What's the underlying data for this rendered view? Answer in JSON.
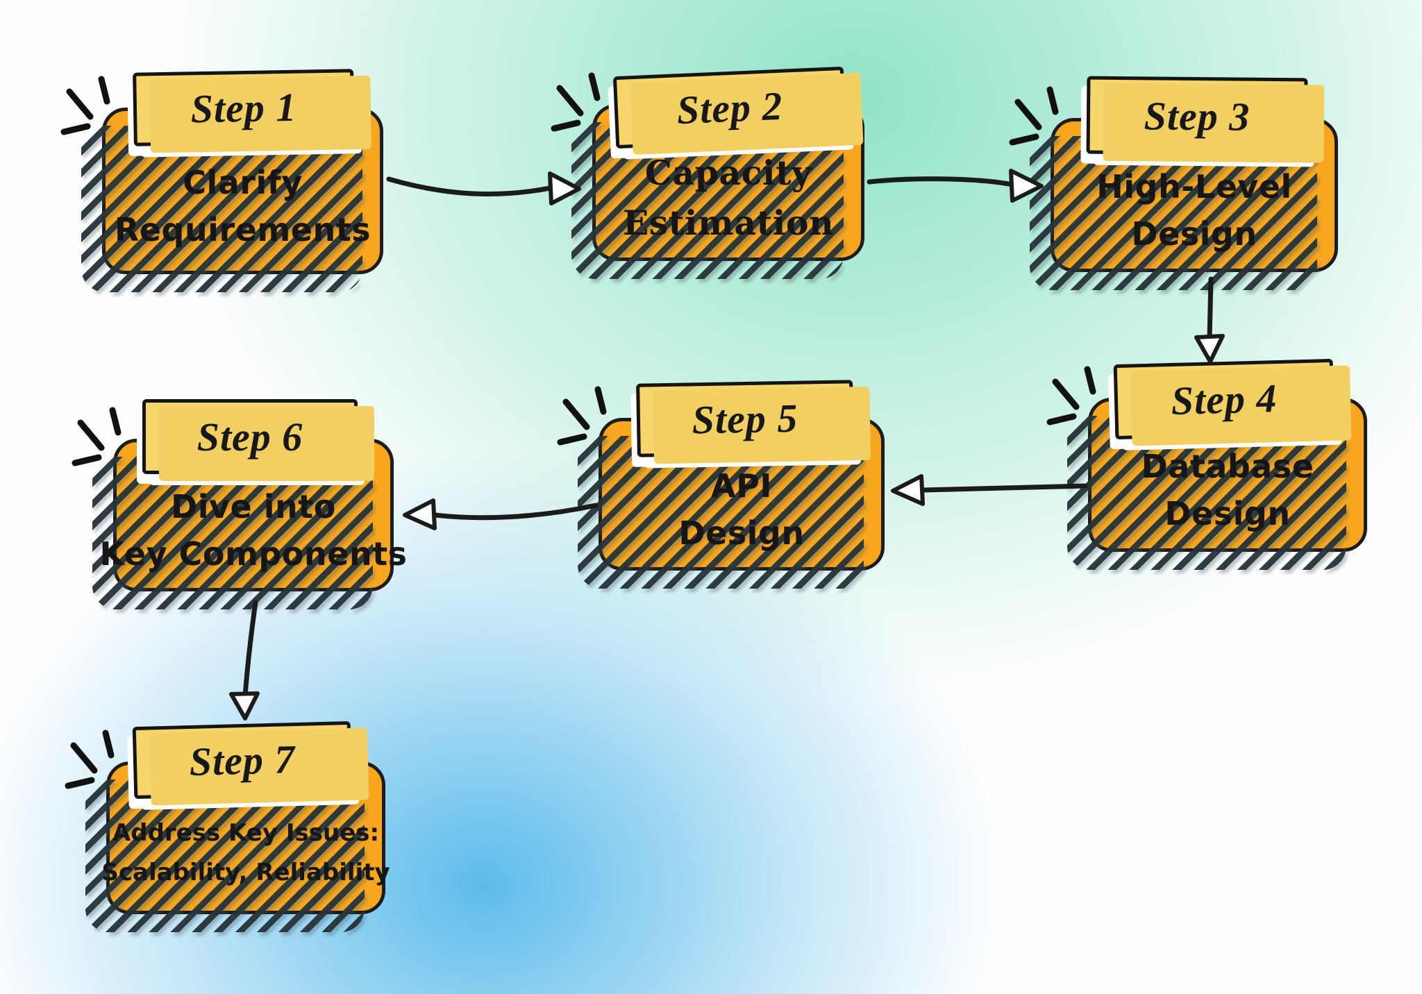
{
  "diagram": {
    "type": "flowchart",
    "steps": [
      {
        "label": "Step 1",
        "lines": [
          "Clarify",
          "Requirements"
        ]
      },
      {
        "label": "Step 2",
        "lines": [
          "Capacity",
          "Estimation"
        ]
      },
      {
        "label": "Step 3",
        "lines": [
          "High-Level",
          "Design"
        ]
      },
      {
        "label": "Step 4",
        "lines": [
          "Database",
          "Design"
        ]
      },
      {
        "label": "Step 5",
        "lines": [
          "API",
          "Design"
        ]
      },
      {
        "label": "Step 6",
        "lines": [
          "Dive into",
          "Key Components"
        ]
      },
      {
        "label": "Step 7",
        "lines": [
          "Address Key Issues:",
          "Scalability, Reliability"
        ]
      }
    ],
    "connections": [
      {
        "from": "Step 1",
        "to": "Step 2"
      },
      {
        "from": "Step 2",
        "to": "Step 3"
      },
      {
        "from": "Step 3",
        "to": "Step 4"
      },
      {
        "from": "Step 4",
        "to": "Step 5"
      },
      {
        "from": "Step 5",
        "to": "Step 6"
      },
      {
        "from": "Step 6",
        "to": "Step 7"
      }
    ],
    "colors": {
      "node_body": "#F7A61E",
      "node_tab": "#F6D66A",
      "outline": "#1C1C1C",
      "hatch_shadow": "#27343A",
      "background_teal": "#8BE2C5",
      "background_blue": "#4FB6EA",
      "background_base": "#FEFEFE"
    }
  }
}
